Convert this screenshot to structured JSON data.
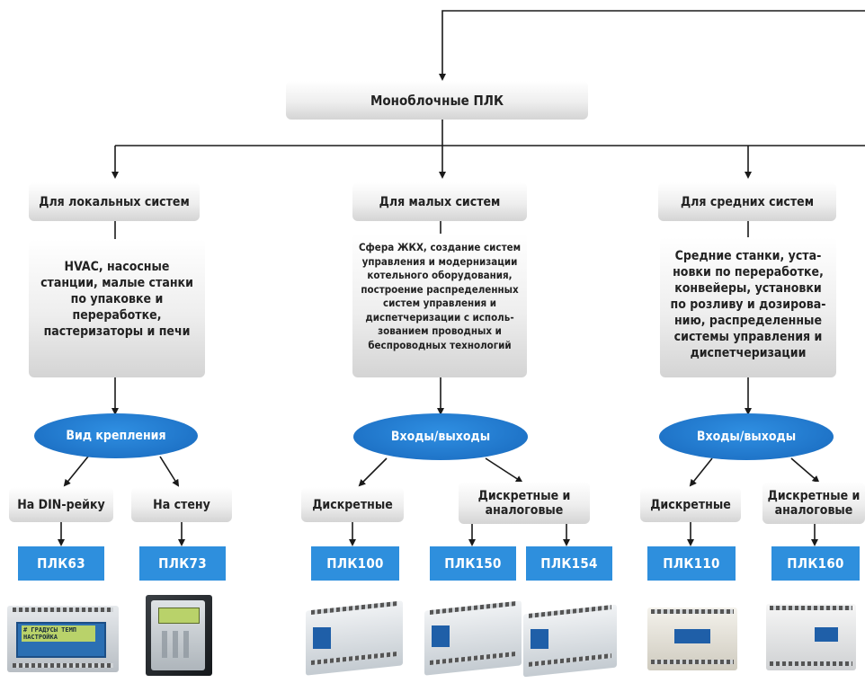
{
  "root": {
    "label": "Моноблочные ПЛК"
  },
  "categories": [
    {
      "header": "Для локальных систем",
      "description": "HVAC, насосные станции, малые станки по упаковке и переработке, пастеризаторы и печи",
      "criterion": "Вид крепления",
      "branches": [
        {
          "label": "На DIN-рейку",
          "models": [
            "ПЛК63"
          ]
        },
        {
          "label": "На стену",
          "models": [
            "ПЛК73"
          ]
        }
      ]
    },
    {
      "header": "Для малых систем",
      "description": "Сфера ЖКХ, создание систем управления и модер­низации котельного обору­дования, построение распре­деленных систем управления и диспетчеризации с исполь­зованием проводных и беспроводных технологий",
      "criterion": "Входы/выходы",
      "branches": [
        {
          "label": "Дискретные",
          "models": [
            "ПЛК100"
          ]
        },
        {
          "label": "Дискретные и аналоговые",
          "models": [
            "ПЛК150",
            "ПЛК154"
          ]
        }
      ]
    },
    {
      "header": "Для средних систем",
      "description": "Средние станки, уста­новки по переработке, конвейеры, установки по розливу и дозирова­нию, распределенные системы управления и диспетчеризации",
      "criterion": "Входы/выходы",
      "branches": [
        {
          "label": "Дискретные",
          "models": [
            "ПЛК110"
          ]
        },
        {
          "label": "Дискретные и аналоговые",
          "models": [
            "ПЛК160"
          ]
        }
      ]
    }
  ],
  "device_screen_texts": {
    "plk63_line1": "# ГРАДУСЫ ТЕМП",
    "plk63_line2": "НАСТРОЙКА"
  },
  "colors": {
    "accent_blue": "#2e8fdd",
    "ellipse_blue": "#1f74c8",
    "line": "#1a1a1a",
    "box_gray": "#dcdcdc"
  }
}
